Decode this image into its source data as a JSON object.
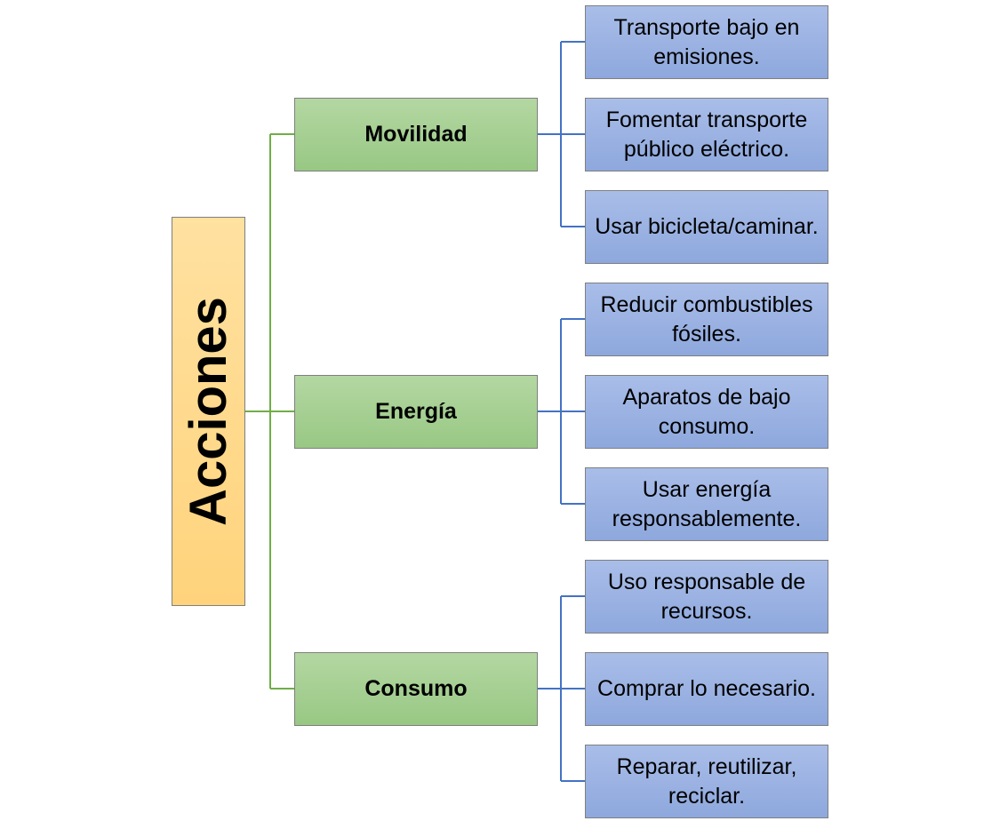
{
  "diagram": {
    "root": {
      "label": "Acciones"
    },
    "colors": {
      "root_fill": "#ffd37c",
      "category_fill": "#a9d08e",
      "leaf_fill": "#9bb2e3",
      "root_connector": "#70ad47",
      "leaf_connector": "#4472c4"
    },
    "categories": [
      {
        "label": "Movilidad",
        "items": [
          {
            "label": "Transporte bajo en emisiones."
          },
          {
            "label": "Fomentar transporte público eléctrico."
          },
          {
            "label": "Usar bicicleta/caminar."
          }
        ]
      },
      {
        "label": "Energía",
        "items": [
          {
            "label": "Reducir combustibles fósiles."
          },
          {
            "label": "Aparatos de bajo consumo."
          },
          {
            "label": "Usar energía responsablemente."
          }
        ]
      },
      {
        "label": "Consumo",
        "items": [
          {
            "label": "Uso responsable de recursos."
          },
          {
            "label": "Comprar lo necesario."
          },
          {
            "label": "Reparar, reutilizar, reciclar."
          }
        ]
      }
    ]
  }
}
